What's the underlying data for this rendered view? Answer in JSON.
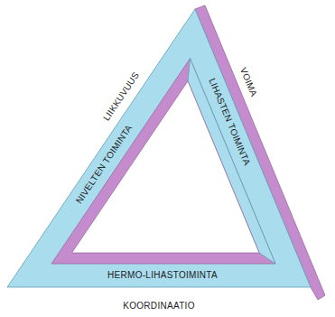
{
  "diagram": {
    "nodes": [
      {
        "text": [
          "NIVELTEN TOIMINTA"
        ]
      },
      {
        "text": [
          "LIHASTEN TOIMINTA"
        ]
      },
      {
        "text": [
          "HERMO-LIHASTOIMINTA"
        ]
      }
    ],
    "labels": [
      "LIIKKUVUUS",
      "VOIMA",
      "KOORDINAATIO"
    ]
  }
}
